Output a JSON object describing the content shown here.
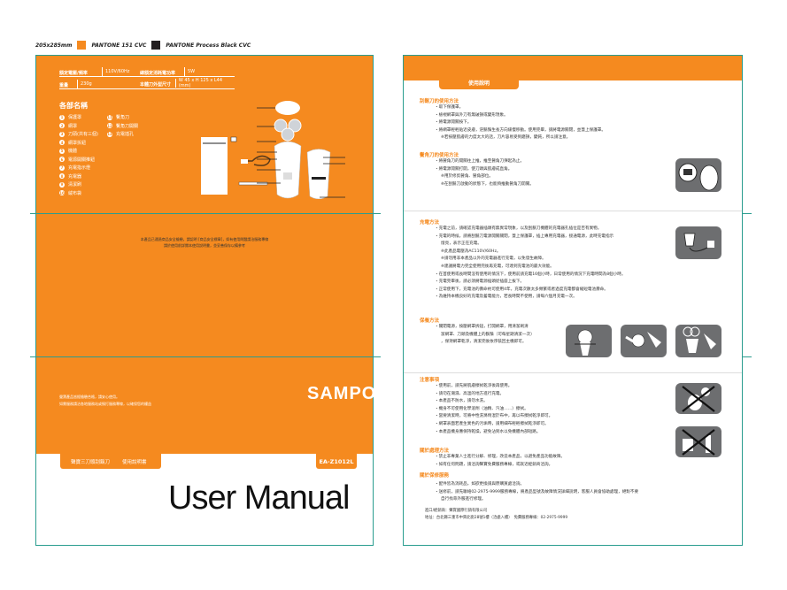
{
  "spec_bar": {
    "size": "205x285mm",
    "color1_label": "PANTONE 151 CVC",
    "color1_hex": "#f58a1f",
    "color2_label": "PANTONE Process Black CVC",
    "color2_hex": "#231f20"
  },
  "left_page": {
    "specs": [
      {
        "label": "額定電壓/頻率",
        "value": "110V/60Hz",
        "label2": "總額定消耗電功率",
        "value2": "5W"
      },
      {
        "label": "重量",
        "value": "230g",
        "label2": "本體刀外型尺寸",
        "value2": "W 45 x H 125 x L44 (mm)"
      }
    ],
    "parts_title": "各部名稱",
    "parts_col1": [
      {
        "num": "1",
        "name": "保護罩"
      },
      {
        "num": "2",
        "name": "網罩"
      },
      {
        "num": "3",
        "name": "刀頭(共有三個)"
      },
      {
        "num": "4",
        "name": "網罩拆鈕"
      },
      {
        "num": "5",
        "name": "機體"
      },
      {
        "num": "6",
        "name": "電源開關推鈕"
      },
      {
        "num": "7",
        "name": "充電指示燈"
      },
      {
        "num": "8",
        "name": "充電器"
      },
      {
        "num": "9",
        "name": "清潔刷"
      },
      {
        "num": "10",
        "name": "絨布袋"
      }
    ],
    "parts_col2": [
      {
        "num": "11",
        "name": "鬢角刀"
      },
      {
        "num": "12",
        "name": "鬢角刀開關"
      },
      {
        "num": "13",
        "name": "充電插孔"
      }
    ],
    "notice_line1": "本產品已通過商品安全檢驗，請認明 [商品安全標章]，如有使用問題請洽服務專線",
    "notice_line2": "請於使用前詳閱本使用說明書，並妥善保存以備參考",
    "note_line1": "聲寶產品皆經檢驗合格，請安心使用。",
    "note_line2": "如需服務請洽各地服務站或撥打服務專線，以確保您的權益",
    "brand": "SAMPO",
    "tab_title": "聲寶三刀頭刮鬍刀",
    "tab_subtitle": "使用說明書",
    "model": "EA-Z1012L",
    "cover_title": "User Manual"
  },
  "right_page": {
    "header_tab": "使用說明",
    "sections": [
      {
        "title": "刮鬍刀的使用方法",
        "lines": [
          {
            "text": "・取下保護罩。",
            "indent": false
          },
          {
            "text": "・檢視網罩與外刀有無破損或變形現象。",
            "indent": false
          },
          {
            "text": "・將電源開關按下。",
            "indent": false
          },
          {
            "text": "・將網罩輕輕貼近皮膚，逆鬍鬚生長方向緩慢移動。使用完畢，請將電源關閉，並蓋上保護罩。",
            "indent": false
          },
          {
            "text": "※若按壓肌膚的力度太大的話，刀片容易受到磨損，變鈍，所以請注意。",
            "indent": true
          }
        ]
      },
      {
        "title": "鬢角刀的使用方法",
        "lines": [
          {
            "text": "・將鬢角刀的開關往上推，推至鬢角刀彈起為止。",
            "indent": false
          },
          {
            "text": "・將電源開關打開，使刀頭與肌膚成直角。",
            "indent": false
          },
          {
            "text": "※用於修剪鬢角、鬢角部位。",
            "indent": true
          },
          {
            "text": "※在刮鬍刀啟動的狀態下，也能夠推動鬢角刀開關。",
            "indent": true
          }
        ]
      },
      {
        "title": "充電方法",
        "lines": [
          {
            "text": "・充電之前，請確認充電器插頭有無異常現象，以及刮鬍刀機體的充電器孔插位是否有異物。",
            "indent": false
          },
          {
            "text": "・充電的時候，請將刮鬍刀電源開關關閉，蓋上保護罩，插上專用充電器，接通電源，此時充電指示",
            "indent": false
          },
          {
            "text": "燈亮，表示正在充電。",
            "indent": true
          },
          {
            "text": "※此產品電壓為AC110V/60Hz。",
            "indent": true
          },
          {
            "text": "※請勿用非本產品以外的充電器進行充電，以免發生故障。",
            "indent": true
          },
          {
            "text": "※建議將電力完全使用完後再充電，可達到充電池的最大效能。",
            "indent": true
          },
          {
            "text": "・在首使用或長時間沒有使用的情況下，使用前請充電16個小時，日常使用的情況下充電時間為8個小時。",
            "indent": false
          },
          {
            "text": "・充電完畢後，請必須將電源插頭從插座上拔下。",
            "indent": false
          },
          {
            "text": "・正常使用下，充電池的壽命約可使用4年，充電次數太多頻繁或者過度充電都會縮短電池壽命。",
            "indent": false
          },
          {
            "text": "・為維持本機良好的充電及蓄電能力，若長時間不使用，請每六個月充電一次。",
            "indent": false
          }
        ]
      },
      {
        "title": "保養方法",
        "lines": [
          {
            "text": "・關閉電源，按壓網罩拆鈕，打開網罩，用清潔刷清",
            "indent": false
          },
          {
            "text": "潔網罩、刀頭及機體上的鬍鬚（可每星期清潔一次）",
            "indent": true
          },
          {
            "text": "，保持網罩乾淨，清潔完後依序裝回主機即可。",
            "indent": true
          }
        ]
      },
      {
        "title": "注意事項",
        "lines": [
          {
            "text": "・使用前，請先將肌膚擦拭乾淨後再使用。",
            "indent": false
          },
          {
            "text": "・請勿在潮濕、高溫的地方進行充電。",
            "indent": false
          },
          {
            "text": "・本產品不防水，請勿水洗。",
            "indent": false
          },
          {
            "text": "・機身不可使用化學溶劑（油精、汽油……）擦拭。",
            "indent": false
          },
          {
            "text": "・當要清潔時，可將中性洗滌劑混於布中，再以布擦拭乾淨即可。",
            "indent": false
          },
          {
            "text": "・網罩表面若產生異色的污垢時，請用細布輕輕擦拭乾淨即可。",
            "indent": false
          },
          {
            "text": "・本產品機身應保持乾燥，避免沾到水以免機體內部短路。",
            "indent": false
          }
        ]
      },
      {
        "title": "關於處理方法",
        "lines": [
          {
            "text": "・禁止非專業人士進行分解、修理，改造本產品，以避免產品功能故障。",
            "indent": false
          },
          {
            "text": "・如有任何問題，請洽詢聲寶免費服務專線，或就近經銷商洽詢。",
            "indent": false
          }
        ]
      },
      {
        "title": "關於保修服務",
        "lines": [
          {
            "text": "・配件皆為消耗品，如欲更換請與原購買處洽詢。",
            "indent": false
          },
          {
            "text": "・送修前，請先聯絡02-2975-9999服務專線，將產品型號及故障情況詳細說明，客服人員會協助處理，絕對不要",
            "indent": false
          },
          {
            "text": "自行找尋外服進行修理。",
            "indent": true
          }
        ]
      }
    ],
    "footer_line1": "進口/經銷商：聲寶國際行銷有限公司",
    "footer_line2": "地址：台北縣三重市中興北街28號1樓（洽處入樓）　免費服務專線：02-2975-9999"
  }
}
